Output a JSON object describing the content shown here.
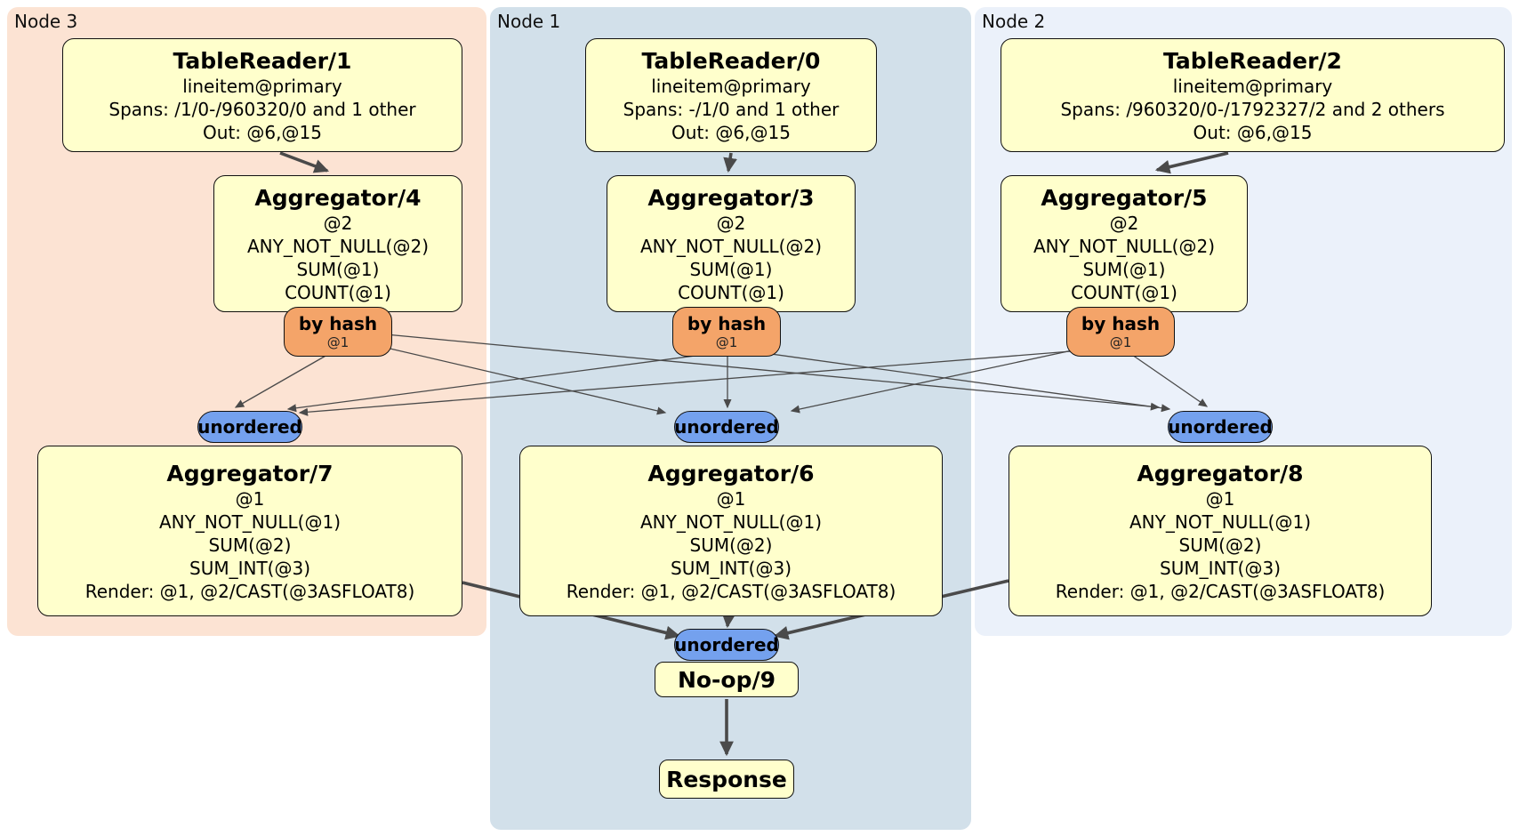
{
  "clusters": {
    "node3": {
      "label": "Node 3",
      "bg": "#fce3d3"
    },
    "node1": {
      "label": "Node 1",
      "bg": "#d2e0ea"
    },
    "node2": {
      "label": "Node 2",
      "bg": "#ebf1fa"
    }
  },
  "colors": {
    "processor_fill": "#ffffcc",
    "router_fill": "#f4a469",
    "sync_fill": "#74a1ee",
    "edge": "#4a4a4a",
    "border": "#111111"
  },
  "processors": {
    "tablereader1": {
      "title": "TableReader/1",
      "lines": [
        "lineitem@primary",
        "Spans: /1/0-/960320/0 and 1 other",
        "Out: @6,@15"
      ]
    },
    "tablereader0": {
      "title": "TableReader/0",
      "lines": [
        "lineitem@primary",
        "Spans: -/1/0 and 1 other",
        "Out: @6,@15"
      ]
    },
    "tablereader2": {
      "title": "TableReader/2",
      "lines": [
        "lineitem@primary",
        "Spans: /960320/0-/1792327/2 and 2 others",
        "Out: @6,@15"
      ]
    },
    "aggregator4": {
      "title": "Aggregator/4",
      "lines": [
        "@2",
        "ANY_NOT_NULL(@2)",
        "SUM(@1)",
        "COUNT(@1)"
      ]
    },
    "aggregator3": {
      "title": "Aggregator/3",
      "lines": [
        "@2",
        "ANY_NOT_NULL(@2)",
        "SUM(@1)",
        "COUNT(@1)"
      ]
    },
    "aggregator5": {
      "title": "Aggregator/5",
      "lines": [
        "@2",
        "ANY_NOT_NULL(@2)",
        "SUM(@1)",
        "COUNT(@1)"
      ]
    },
    "aggregator7": {
      "title": "Aggregator/7",
      "lines": [
        "@1",
        "ANY_NOT_NULL(@1)",
        "SUM(@2)",
        "SUM_INT(@3)",
        "Render: @1, @2/CAST(@3ASFLOAT8)"
      ]
    },
    "aggregator6": {
      "title": "Aggregator/6",
      "lines": [
        "@1",
        "ANY_NOT_NULL(@1)",
        "SUM(@2)",
        "SUM_INT(@3)",
        "Render: @1, @2/CAST(@3ASFLOAT8)"
      ]
    },
    "aggregator8": {
      "title": "Aggregator/8",
      "lines": [
        "@1",
        "ANY_NOT_NULL(@1)",
        "SUM(@2)",
        "SUM_INT(@3)",
        "Render: @1, @2/CAST(@3ASFLOAT8)"
      ]
    },
    "noop9": {
      "title": "No-op/9"
    },
    "response": {
      "title": "Response"
    }
  },
  "router": {
    "label": "by hash",
    "detail": "@1"
  },
  "sync": {
    "label": "unordered"
  }
}
